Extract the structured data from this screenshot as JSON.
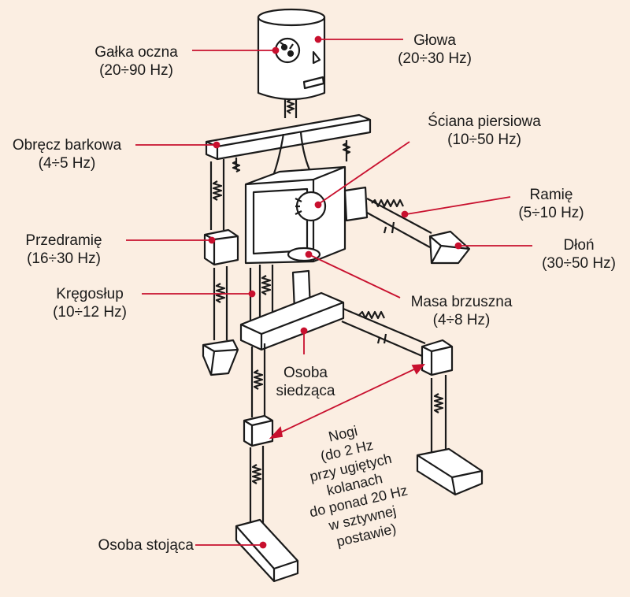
{
  "labels": {
    "galka": {
      "name": "Gałka oczna",
      "freq": "(20÷90 Hz)"
    },
    "glowa": {
      "name": "Głowa",
      "freq": "(20÷30 Hz)"
    },
    "obrecz": {
      "name": "Obręcz barkowa",
      "freq": "(4÷5 Hz)"
    },
    "sciana": {
      "name": "Ściana piersiowa",
      "freq": "(10÷50 Hz)"
    },
    "ramie": {
      "name": "Ramię",
      "freq": "(5÷10 Hz)"
    },
    "przedramie": {
      "name": "Przedramię",
      "freq": "(16÷30 Hz)"
    },
    "dlon": {
      "name": "Dłoń",
      "freq": "(30÷50 Hz)"
    },
    "kregoslup": {
      "name": "Kręgosłup",
      "freq": "(10÷12 Hz)"
    },
    "masa": {
      "name": "Masa brzuszna",
      "freq": "(4÷8 Hz)"
    },
    "siedzaca": {
      "line1": "Osoba",
      "line2": "siedząca"
    },
    "stojaca": {
      "name": "Osoba stojąca"
    },
    "nogi": [
      "Nogi",
      "(do 2 Hz",
      "przy ugiętych",
      "kolanach",
      "do ponad 20 Hz",
      "w sztywnej",
      "postawie)"
    ]
  },
  "colors": {
    "background": "#fbeee2",
    "leader": "#c8102e",
    "ink": "#1a1a1a",
    "fill": "#ffffff"
  }
}
